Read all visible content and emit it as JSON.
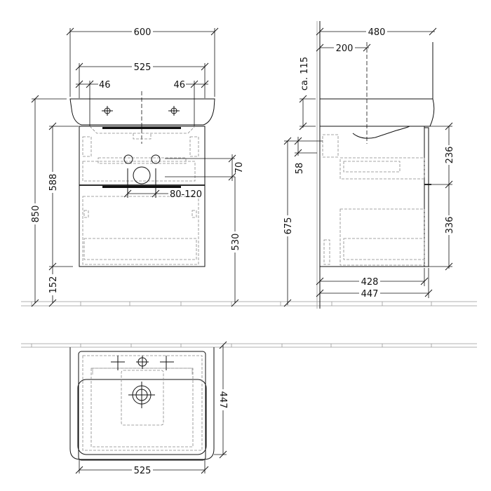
{
  "front_view": {
    "dimensions": {
      "overall_width": "600",
      "inner_width": "525",
      "tap_offset_left": "46",
      "tap_offset_right": "46",
      "overall_height": "850",
      "cabinet_height": "588",
      "floor_clearance": "152",
      "waste_height": "530",
      "waste_offset": "70",
      "waste_range": "80-120"
    }
  },
  "side_view": {
    "dimensions": {
      "basin_depth": "480",
      "waste_center": "200",
      "basin_height": "ca. 115",
      "siphon_offset": "58",
      "siphon_height": "675",
      "upper_drawer": "236",
      "lower_drawer": "336",
      "cabinet_depth": "428",
      "cabinet_depth_with_front": "447"
    }
  },
  "top_view": {
    "dimensions": {
      "depth": "447",
      "width": "525"
    }
  },
  "colors": {
    "line": "#111111",
    "hidden_line": "#888888"
  }
}
